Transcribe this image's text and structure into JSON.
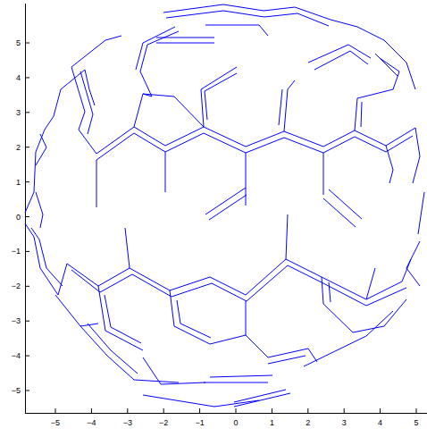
{
  "diagram": {
    "labels": [
      "5",
      "4",
      "3",
      "2",
      "1",
      "0",
      "−1",
      "−2",
      "−3",
      "−4",
      "−5",
      "−5",
      "−4",
      "−3",
      "−2",
      "−1",
      "0",
      "1",
      "2",
      "3",
      "4",
      "5"
    ]
  }
}
